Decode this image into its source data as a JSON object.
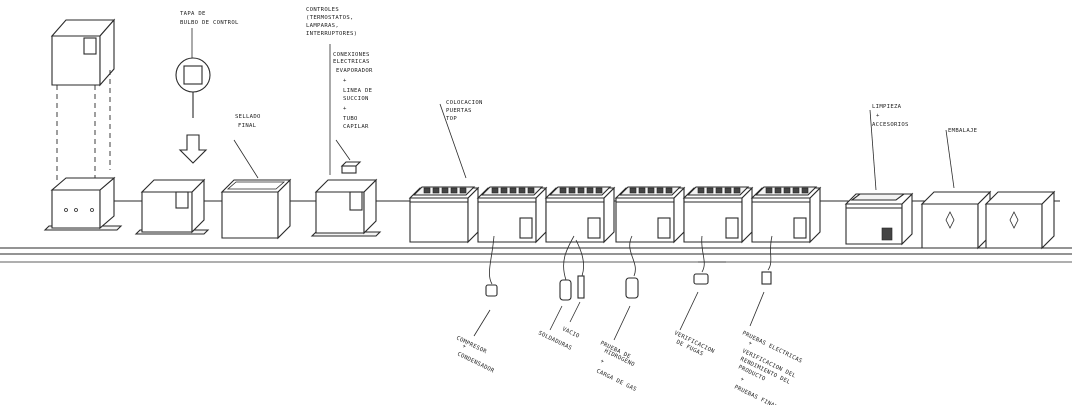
{
  "labels": {
    "tapa_bulbo": [
      "TAPA DE",
      "BULBO DE CONTROL"
    ],
    "controles": [
      "CONTROLES",
      "(TERMOSTATOS,",
      "LAMPARAS,",
      "INTERRUPTORES)"
    ],
    "conexiones": [
      "CONEXIONES",
      "ELECTRICAS",
      "EVAPORADOR",
      "+",
      "LINEA DE",
      "SUCCION",
      "+",
      "TUBO",
      "CAPILAR"
    ],
    "sellado": [
      "SELLADO",
      "FINAL"
    ],
    "colocacion": [
      "COLOCACION",
      "PUERTAS",
      "TOP"
    ],
    "limpieza": [
      "LIMPIEZA",
      "+",
      "ACCESORIOS"
    ],
    "embalaje": [
      "EMBALAJE"
    ],
    "compresor": [
      "COMPRESOR",
      "+",
      "CONDENSADOR"
    ],
    "vacio": [
      "VACIO"
    ],
    "soldadura": [
      "SOLDADURAS"
    ],
    "hidrogeno": [
      "PRUEBA DE",
      "HIDROGENO",
      "+",
      "CARGA DE GAS"
    ],
    "fugas": [
      "VERIFICACION",
      "DE FUGAS"
    ],
    "pruebas": [
      "PRUEBAS ELECTRICAS",
      "+",
      "VERIFICACION DEL",
      "RENDIMIENTO DEL",
      "PRODUCTO",
      "+",
      "PRUEBAS FINALES"
    ]
  }
}
